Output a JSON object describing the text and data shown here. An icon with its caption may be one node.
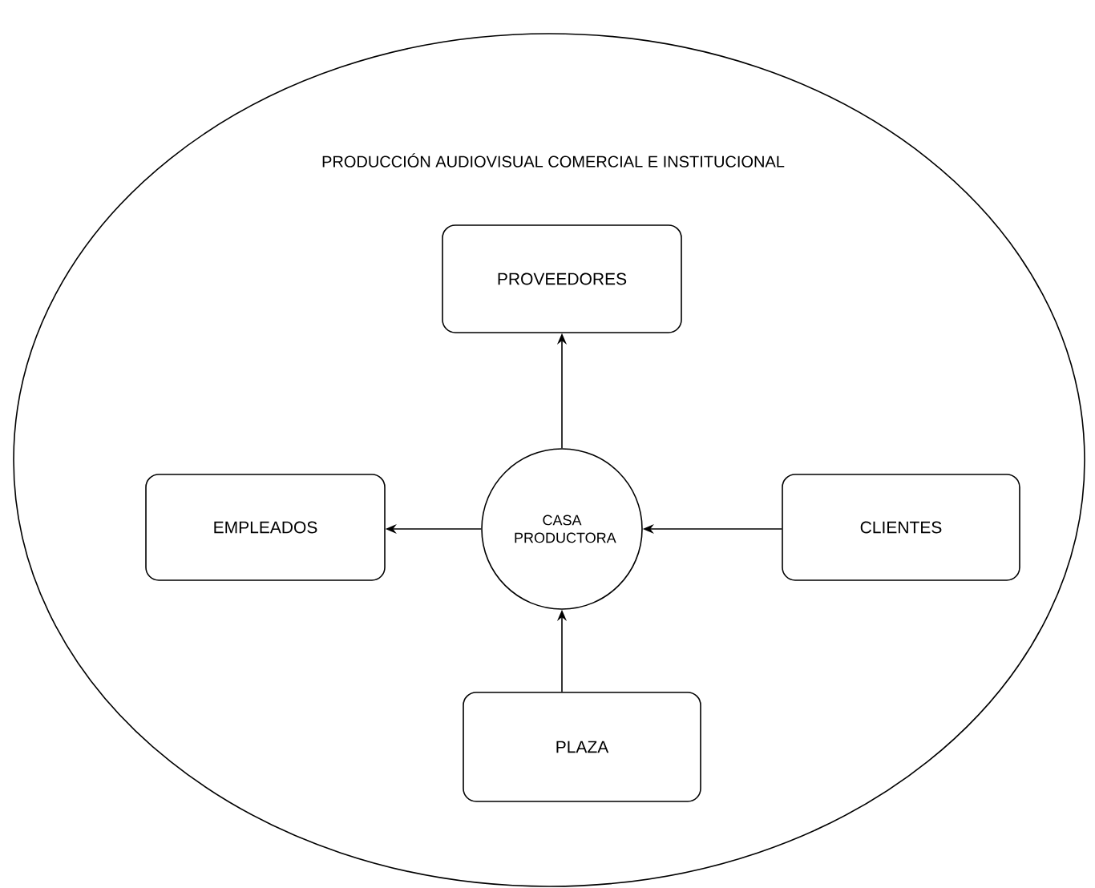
{
  "diagram": {
    "nodes": [
      {
        "text": [
          "PRODUCCIÓN AUDIOVISUAL COMERCIAL E INSTITUCIONAL"
        ]
      },
      {
        "text": [
          "PROVEEDORES"
        ],
        "in": 0
      },
      {
        "text": [
          "EMPLEADOS"
        ],
        "in": 0
      },
      {
        "text": [
          "CASA PRODUCTORA"
        ],
        "in": 0
      },
      {
        "text": [
          "CLIENTES"
        ],
        "in": 0
      },
      {
        "text": [
          "PLAZA"
        ],
        "in": 0
      }
    ],
    "edges": [
      {
        "from": 3,
        "to": 1,
        "arrow": "to"
      },
      {
        "from": 3,
        "to": 2,
        "arrow": "to"
      },
      {
        "from": 4,
        "to": 3,
        "arrow": "to"
      },
      {
        "from": 5,
        "to": 3,
        "arrow": "to"
      }
    ]
  }
}
